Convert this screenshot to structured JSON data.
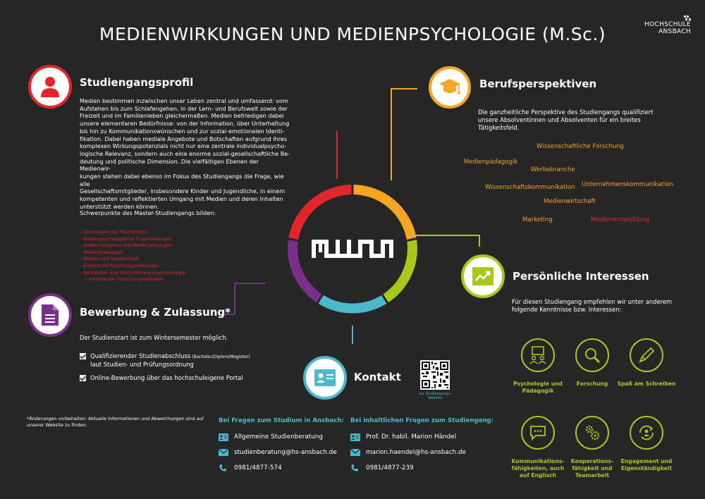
{
  "header": {
    "title": "MEDIENWIRKUNGEN UND MEDIENPSYCHOLOGIE (M.Sc.)",
    "logo_line1": "HOCHSCHULE",
    "logo_line2": "ANSBACH"
  },
  "colors": {
    "red": "#e3262c",
    "orange": "#f5a524",
    "green": "#a8c81c",
    "cyan": "#4cb8cc",
    "purple": "#7a2f8a",
    "background": "#262626"
  },
  "center_logo": {
    "text": "MWM"
  },
  "studiengangsprofil": {
    "heading": "Studiengangsprofil",
    "icon": "person-icon",
    "paragraph": [
      "Medien bestimmen inzwischen unser Leben zentral und umfassend: vom",
      "Aufstehen bis zum Schlafengehen, in der Lern- und Berufswelt sowie der",
      "Freizeit und im Familienleben gleichermaßen. Medien befriedigen dabei",
      "unsere elementaren Bedürfnisse: von der Information, über Unterhaltung",
      "bis hin zu Kommunikationswünschen und zur sozial-emotionalen Identi-",
      "fikation. Dabei haben mediale Angebote und Botschaften aufgrund ihres",
      "komplexen Wirkungspotenzials nicht nur eine zentrale individualpsycho-",
      "logische Relevanz, sondern auch eine enorme sozial-gesellschaftliche Be-",
      "deutung und politische Dimension. Die vielfältigen Ebenen der Medienwir-",
      "kungen stehen dabei ebenso im Fokus des Studiengangs die Frage, wie alle",
      "Gesellschaftsmitglieder, insbesondere Kinder und Jugendliche, in einem",
      "kompetenten und reflektierten Umgang mit Medien und deren Inhalten",
      "unterstützt werden können."
    ],
    "schwerpunkte_intro": "Schwerpunkte des Master-Studiengangs bilden:",
    "schwerpunkte": [
      "Grundlagen der Psychologie",
      "Medienpsychologische Fragestellungen",
      "Medienrezeption und Medienwirkungen",
      "Medienpädagogik",
      "Medien und Gesellschaft",
      "Empirische Forschungsmethoden",
      "Konzeption und Durchführung eigenständiger",
      "empirischer Forschungsvorhaben"
    ]
  },
  "bewerbung": {
    "heading": "Bewerbung & Zulassung*",
    "icon": "document-icon",
    "start": "Der Studienstart ist zum Wintersemester möglich.",
    "items": [
      {
        "main": "Qualifizierender Studienabschluss",
        "sub": " (Bachelor/Diplom/Magister)",
        "line2": "laut Studien- und Prüfungsordnung"
      },
      {
        "main": "Online-Bewerbung über das hochschuleigene Portal",
        "sub": "",
        "line2": ""
      }
    ]
  },
  "footnote": [
    "*Änderungen vorbehalten: Aktuelle Informationen und Abweichungen sind auf",
    "unserer Website zu finden."
  ],
  "berufsperspektiven": {
    "heading": "Berufsperspektiven",
    "icon": "graduation-cap-icon",
    "intro": [
      "Die ganzheitliche Perspektive des Studiengangs qualifiziert",
      "unsere Absolventinnen und Absolventen für ein breites",
      "Tätigkeitsfeld."
    ],
    "fields": [
      "Wissenschaftliche Forschung",
      "Medienpädagogik",
      "Werbebranche",
      "Wissenschaftskommunikation",
      "Unternehmenskommunikation",
      "Medienwirtschaft",
      "Marketing",
      "Medienentwicklung"
    ]
  },
  "interessen": {
    "heading": "Persönliche Interessen",
    "icon": "chart-icon",
    "intro": [
      "Für diesen Studiengang empfehlen wir unter anderem",
      "folgende Kenntnisse bzw. Interessen:"
    ],
    "skills": [
      {
        "icon": "board-people-icon",
        "label1": "Psychologie und",
        "label2": "Pädagogik",
        "label3": ""
      },
      {
        "icon": "magnifier-icon",
        "label1": "Forschung",
        "label2": "",
        "label3": ""
      },
      {
        "icon": "pencil-icon",
        "label1": "Spaß am Schreiben",
        "label2": "",
        "label3": ""
      },
      {
        "icon": "speech-bubble-icon",
        "label1": "Kommunikations-",
        "label2": "fähigkeiten, auch",
        "label3": "auf Englisch"
      },
      {
        "icon": "gears-icon",
        "label1": "Kooperations-",
        "label2": "fähigkeit und",
        "label3": "Teamarbeit"
      },
      {
        "icon": "person-cycle-icon",
        "label1": "Engagement und",
        "label2": "Eigenständigkeit",
        "label3": ""
      }
    ]
  },
  "kontakt": {
    "heading": "Kontakt",
    "icon": "id-card-icon",
    "qr_caption1": "zur Studiengangs-",
    "qr_caption2": "Website",
    "ansbach": {
      "heading": "Bei Fragen zum Studium in Ansbach:",
      "name": "Allgemeine Studienberatung",
      "email": "studienberatung@hs-ansbach.de",
      "phone": "0981/4877-574"
    },
    "inhalt": {
      "heading": "Bei inhaltlichen Fragen zum Studiengang:",
      "name": "Prof. Dr. habil. Marion Händel",
      "email": "marion.haendel@hs-ansbach.de",
      "phone": "0981/4877-239"
    }
  }
}
